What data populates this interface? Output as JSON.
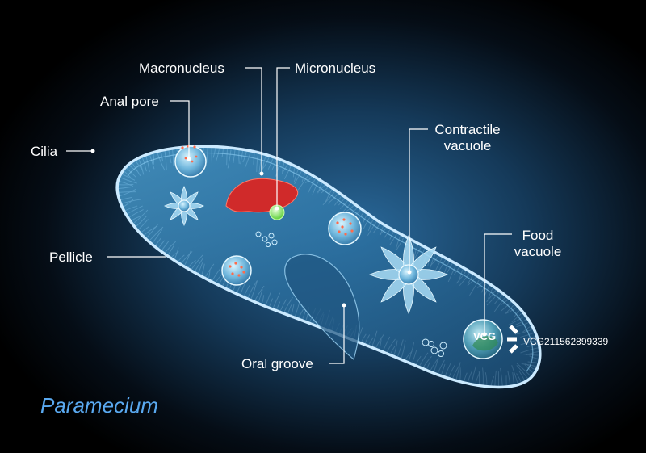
{
  "title": "Paramecium",
  "labels": {
    "macronucleus": "Macronucleus",
    "micronucleus": "Micronucleus",
    "anal_pore": "Anal pore",
    "cilia": "Cilia",
    "contractile_vacuole_line1": "Contractile",
    "contractile_vacuole_line2": "vacuole",
    "pellicle": "Pellicle",
    "food_vacuole_line1": "Food",
    "food_vacuole_line2": "vacuole",
    "oral_groove": "Oral groove"
  },
  "watermark": {
    "logo_text": "VCG",
    "id": "VCG211562899339"
  },
  "colors": {
    "background": "#000000",
    "glow": "#1d4f7a",
    "body_fill": "#3a86b8",
    "body_edge": "#bfe6ff",
    "macronucleus": "#d02a2a",
    "micronucleus": "#6ee04a",
    "title": "#5aa9f0",
    "leader_line": "#ffffff"
  }
}
